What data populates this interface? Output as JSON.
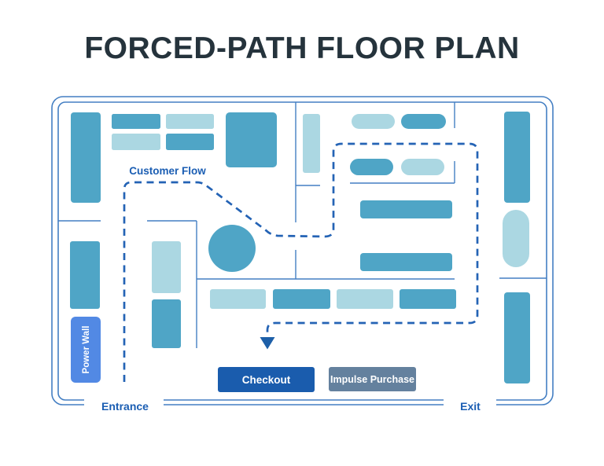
{
  "title": "FORCED-PATH FLOOR PLAN",
  "labels": {
    "customer_flow": "Customer Flow",
    "power_wall": "Power Wall",
    "checkout": "Checkout",
    "impulse_purchase": "Impulse Purchase",
    "entrance": "Entrance",
    "exit": "Exit"
  },
  "colors": {
    "title_text": "#25333C",
    "fixture_dark": "#4FA5C6",
    "fixture_light": "#ABD7E2",
    "wall_line": "#447FC3",
    "path_line": "#2463B5",
    "arrow": "#1D5FA8",
    "label_text": "#1B5EB3",
    "power_wall_fill": "#5289E4",
    "checkout_fill": "#1A5CAD",
    "impulse_fill": "#64819E",
    "background": "#FFFFFF"
  }
}
